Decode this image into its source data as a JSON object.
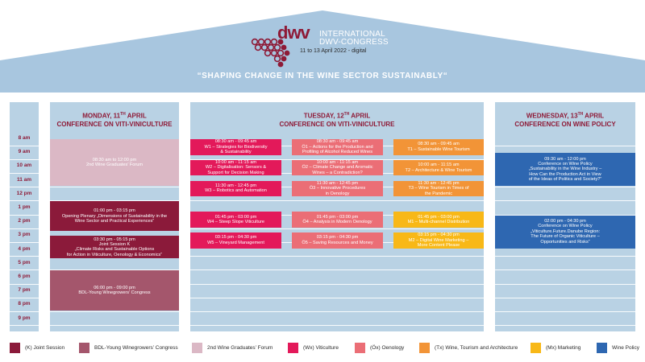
{
  "colors": {
    "joint": "#8b1a3a",
    "bdl": "#a4566c",
    "graduates": "#dbb8c5",
    "viti": "#e3195a",
    "oeno": "#eb6e76",
    "tourism": "#f29437",
    "marketing": "#f8b817",
    "policy": "#2e67b1",
    "panel": "#b9d2e4",
    "roof": "#a8c6df"
  },
  "header": {
    "logo_text": "dwv",
    "title_line1": "INTERNATIONAL",
    "title_line2": "DWV-CONGRESS",
    "date": "11 to 13 April 2022 - digital",
    "slogan": "“SHAPING CHANGE IN THE WINE SECTOR SUSTAINABLY“"
  },
  "times": [
    "8 am",
    "9 am",
    "10 am",
    "11 am",
    "12 pm",
    "1 pm",
    "2 pm",
    "3 pm",
    "4 pm",
    "5 pm",
    "6 pm",
    "7 pm",
    "8 pm",
    "9 pm"
  ],
  "days": {
    "mon": {
      "line1a": "MONDAY, 11",
      "sup": "TH",
      "line1b": " APRIL",
      "line2": "CONFERENCE ON VITI-VINICULTURE"
    },
    "tue": {
      "line1a": "TUESDAY, 12",
      "sup": "TH",
      "line1b": " APRIL",
      "line2": "CONFERENCE ON VITI-VINICULTURE"
    },
    "wed": {
      "line1a": "WEDNESDAY, 13",
      "sup": "TH",
      "line1b": " APRIL",
      "line2": "CONFERENCE ON WINE POLICY"
    }
  },
  "events": {
    "mon": [
      {
        "cat": "graduates",
        "start": 8.5,
        "end": 12,
        "lines": [
          "08:30 am to 12:00 pm",
          "2nd Wine Graduates’ Forum"
        ]
      },
      {
        "cat": "joint",
        "start": 13,
        "end": 15.25,
        "lines": [
          "01:00 pm - 03:15 pm",
          "Opening Plenary „Dimensions of Sustainability in the",
          "Wine Sector and Practical Experiences“"
        ]
      },
      {
        "cat": "joint",
        "start": 15.5,
        "end": 17.25,
        "lines": [
          "03:30 pm - 05:15 pm",
          "Joint Session K",
          "„Climate Risks and Sustainable Options",
          "for Action in Viticulture, Oenology & Economics“"
        ]
      },
      {
        "cat": "bdl",
        "start": 18,
        "end": 21,
        "lines": [
          "06:00 pm - 09:00 pm",
          "BDL-Young Winegrowers’ Congress"
        ]
      }
    ],
    "tue_w": [
      {
        "cat": "viti",
        "start": 8.5,
        "end": 9.75,
        "lines": [
          "08:30 am - 09:45 am",
          "W1 – Strategies for Biodiversity",
          "& Sustainability"
        ]
      },
      {
        "cat": "viti",
        "start": 10,
        "end": 11.25,
        "lines": [
          "10:00 am - 11:15 am",
          "W2 – Digitalisation: Sensors &",
          "Support for Decision Making"
        ]
      },
      {
        "cat": "viti",
        "start": 11.5,
        "end": 12.75,
        "lines": [
          "11:30 am - 12:45 pm",
          "W3 – Robotics and Automation"
        ]
      },
      {
        "cat": "viti",
        "start": 13.75,
        "end": 15,
        "lines": [
          "01:45 pm - 03:00 pm",
          "W4 – Steep Slope Viticulture"
        ]
      },
      {
        "cat": "viti",
        "start": 15.25,
        "end": 16.5,
        "lines": [
          "03:15 pm - 04:30 pm",
          "W5 – Vineyard Management"
        ]
      }
    ],
    "tue_o": [
      {
        "cat": "oeno",
        "start": 8.5,
        "end": 9.75,
        "lines": [
          "08:30 am - 09:45 am",
          "Ö1 – Actions for the Production and",
          "Profiling of Alcohol Reduced Wines"
        ]
      },
      {
        "cat": "oeno",
        "start": 10,
        "end": 11.25,
        "lines": [
          "10:00 am - 11:15 am",
          "Ö2 – Climate Change and Aromatic",
          "Wines – a Contradiction?"
        ]
      },
      {
        "cat": "oeno",
        "start": 11.5,
        "end": 12.75,
        "lines": [
          "11:30 am - 12:45 pm",
          "Ö3 – Innovative Procedures",
          "in Oenology"
        ]
      },
      {
        "cat": "oeno",
        "start": 13.75,
        "end": 15,
        "lines": [
          "01:45 pm - 03:00 pm",
          "Ö4 – Analysis in Modern Oenology"
        ]
      },
      {
        "cat": "oeno",
        "start": 15.25,
        "end": 16.5,
        "lines": [
          "03:15 pm - 04:30 pm",
          "Ö5 – Saving Resources and Money"
        ]
      }
    ],
    "tue_t": [
      {
        "cat": "tourism",
        "start": 8.5,
        "end": 9.75,
        "lines": [
          "08:30 am - 09:45 am",
          "T1 – Sustainable Wine Tourism"
        ]
      },
      {
        "cat": "tourism",
        "start": 10,
        "end": 11.25,
        "lines": [
          "10:00 am - 11:15 am",
          "T2 – Architecture & Wine Tourism"
        ]
      },
      {
        "cat": "tourism",
        "start": 11.5,
        "end": 12.75,
        "lines": [
          "11:30 am - 12:45 pm",
          "T3 – Wine Tourism in Times of",
          "the Pandemic"
        ]
      },
      {
        "cat": "marketing",
        "start": 13.75,
        "end": 15,
        "lines": [
          "01:45 pm - 03:00 pm",
          "M1 – Multi-channel Distribution"
        ]
      },
      {
        "cat": "marketing",
        "start": 15.25,
        "end": 16.5,
        "lines": [
          "03:15 pm - 04:30 pm",
          "M2 – Digital Wine Marketing –",
          "More Content Please"
        ]
      }
    ],
    "wed": [
      {
        "cat": "policy",
        "start": 9.5,
        "end": 12,
        "lines": [
          "09:30 am - 12:00 pm",
          "Conference on Wine Policy",
          "„Sustainability in the Wine Industry –",
          "How Can the Production Act in View",
          "of the Ideas of Politics and Society?“"
        ]
      },
      {
        "cat": "policy",
        "start": 14,
        "end": 16.5,
        "lines": [
          "02:00 pm - 04:30 pm",
          "Conference on Wine Policy",
          "„Viticulture.Future.Danube Region:",
          "The Future of Organic Viticulture –",
          "Opportunities and Risks“"
        ]
      }
    ]
  },
  "legend": [
    {
      "cat": "joint",
      "label": "(K) Joint Session"
    },
    {
      "cat": "bdl",
      "label": "BDL-Young Winegrowers’ Congress"
    },
    {
      "cat": "graduates",
      "label": "2nd Wine Graduates’ Forum"
    },
    {
      "cat": "viti",
      "label": "(Wx) Viticulture"
    },
    {
      "cat": "oeno",
      "label": "(Öx) Oenology"
    },
    {
      "cat": "tourism",
      "label": "(Tx) Wine, Tourism and Architecture"
    },
    {
      "cat": "marketing",
      "label": "(Mx) Marketing"
    },
    {
      "cat": "policy",
      "label": "Wine Policy"
    }
  ]
}
